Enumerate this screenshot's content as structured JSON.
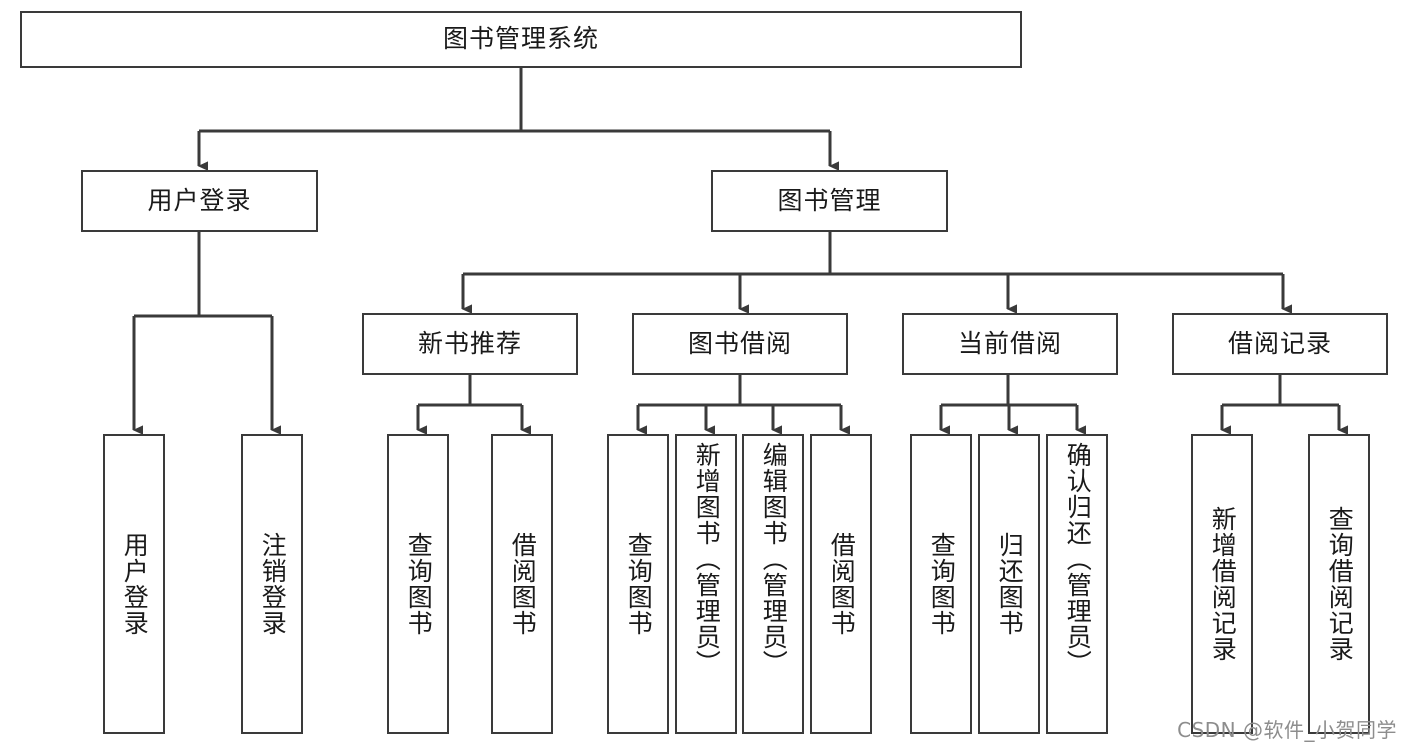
{
  "diagram": {
    "title": "图书管理系统",
    "type": "tree-hierarchy",
    "root": {
      "id": "root",
      "label": "图书管理系统"
    },
    "level2": [
      {
        "id": "user-login",
        "label": "用户登录"
      },
      {
        "id": "book-management",
        "label": "图书管理"
      }
    ],
    "level3": [
      {
        "id": "new-book-recommend",
        "label": "新书推荐",
        "parent": "book-management"
      },
      {
        "id": "book-borrow",
        "label": "图书借阅",
        "parent": "book-management"
      },
      {
        "id": "current-borrow",
        "label": "当前借阅",
        "parent": "book-management"
      },
      {
        "id": "borrow-record",
        "label": "借阅记录",
        "parent": "book-management"
      }
    ],
    "leaves": {
      "user_login": [
        {
          "id": "leaf-user-login",
          "label": "用户登录"
        },
        {
          "id": "leaf-user-logout",
          "label": "注销登录"
        }
      ],
      "new_book_recommend": [
        {
          "id": "leaf-query-book-1",
          "label": "查询图书"
        },
        {
          "id": "leaf-borrow-book-1",
          "label": "借阅图书"
        }
      ],
      "book_borrow": [
        {
          "id": "leaf-query-book-2",
          "label": "查询图书"
        },
        {
          "id": "leaf-add-book",
          "label": "新增图书（管理员）"
        },
        {
          "id": "leaf-edit-book",
          "label": "编辑图书（管理员）"
        },
        {
          "id": "leaf-borrow-book-2",
          "label": "借阅图书"
        }
      ],
      "current_borrow": [
        {
          "id": "leaf-query-book-3",
          "label": "查询图书"
        },
        {
          "id": "leaf-return-book",
          "label": "归还图书"
        },
        {
          "id": "leaf-confirm-return",
          "label": "确认归还（管理员）"
        }
      ],
      "borrow_record": [
        {
          "id": "leaf-add-record",
          "label": "新增借阅记录"
        },
        {
          "id": "leaf-query-record",
          "label": "查询借阅记录"
        }
      ]
    }
  },
  "watermark": {
    "text": "CSDN @软件_小贺同学"
  },
  "colors": {
    "border": "#3a3a3a",
    "text": "#1a1a1a",
    "background": "#ffffff",
    "watermark": "#8d8d8d"
  }
}
